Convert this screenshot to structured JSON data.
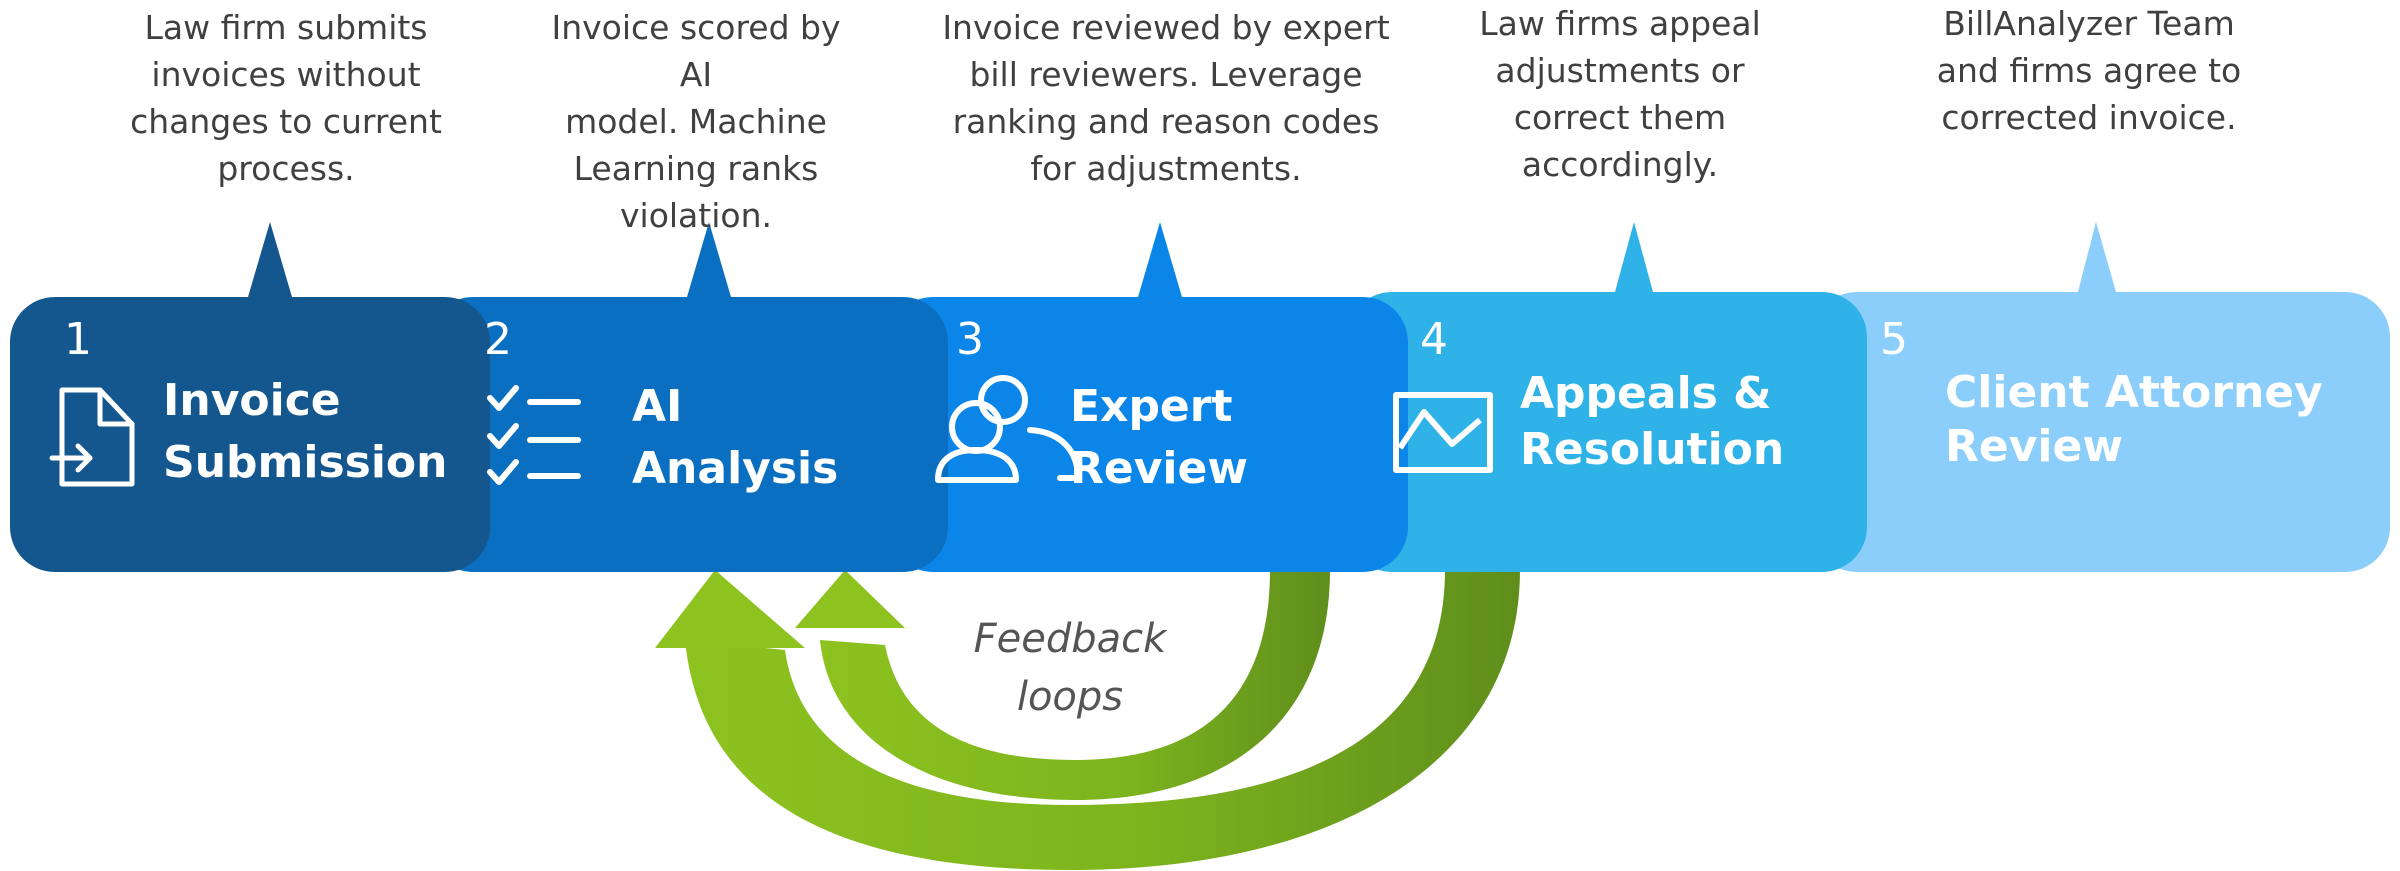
{
  "steps": [
    {
      "number": "1",
      "title": "Invoice\nSubmission",
      "description": "Law firm submits\ninvoices without\nchanges to current\nprocess.",
      "icon": "document-import-icon",
      "color": "#13578e"
    },
    {
      "number": "2",
      "title": "AI\nAnalysis",
      "description": "Invoice scored by AI\nmodel. Machine\nLearning ranks\nviolation.",
      "icon": "checklist-icon",
      "color": "#0a6fc0"
    },
    {
      "number": "3",
      "title": "Expert\nReview",
      "description": "Invoice reviewed by expert\nbill reviewers. Leverage\nranking and reason codes\nfor adjustments.",
      "icon": "people-icon",
      "color": "#0b86e8"
    },
    {
      "number": "4",
      "title": "Appeals  &\nResolution",
      "description": "Law firms appeal\nadjustments or\ncorrect them\naccordingly.",
      "icon": "line-chart-icon",
      "color": "#2eb2e8"
    },
    {
      "number": "5",
      "title": "Client Attorney\nReview",
      "description": "BillAnalyzer Team\nand firms agree to\ncorrected invoice.",
      "icon": "",
      "color": "#8bcdfb"
    }
  ],
  "feedback_label": "Feedback\nloops",
  "colors": {
    "arrow_light": "#8dc21f",
    "arrow_dark": "#5f8e1c",
    "text": "#404040"
  }
}
